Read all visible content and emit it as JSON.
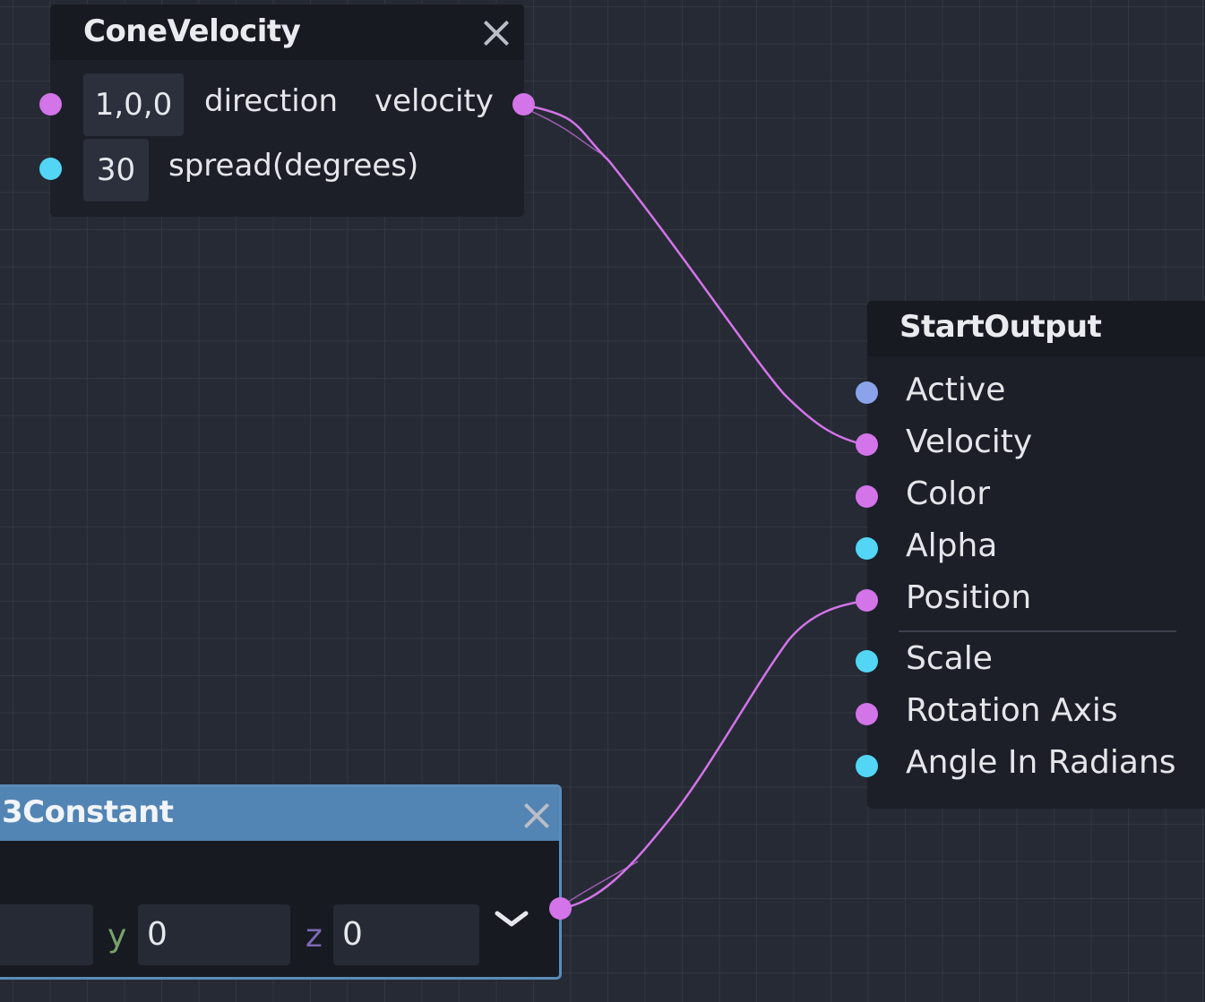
{
  "nodes": {
    "cone_velocity": {
      "title": "ConeVelocity",
      "inputs": [
        {
          "value": "1,0,0",
          "label": "direction",
          "port_type": "vector"
        },
        {
          "value": "30",
          "label": "spread(degrees)",
          "port_type": "number"
        }
      ],
      "output": {
        "label": "velocity",
        "port_type": "vector"
      }
    },
    "start_output": {
      "title": "StartOutput",
      "inputs": [
        {
          "label": "Active",
          "port_type": "boolean"
        },
        {
          "label": "Velocity",
          "port_type": "vector"
        },
        {
          "label": "Color",
          "port_type": "vector"
        },
        {
          "label": "Alpha",
          "port_type": "number"
        },
        {
          "label": "Position",
          "port_type": "vector"
        },
        {
          "label": "Scale",
          "port_type": "number"
        },
        {
          "label": "Rotation Axis",
          "port_type": "vector"
        },
        {
          "label": "Angle In Radians",
          "port_type": "number"
        }
      ]
    },
    "vector3_constant": {
      "title": "3Constant",
      "fields": [
        {
          "axis": "y",
          "value": "0"
        },
        {
          "axis": "z",
          "value": "0"
        }
      ],
      "output": {
        "port_type": "vector"
      }
    }
  },
  "connections": [
    {
      "from": "ConeVelocity.velocity",
      "to": "StartOutput.Velocity"
    },
    {
      "from": "3Constant.output",
      "to": "StartOutput.Position"
    }
  ],
  "colors": {
    "background": "#262a35",
    "node_body": "#1c1f28",
    "node_header": "#171a21",
    "selected_header": "#5284b4",
    "vector_port": "#d374e8",
    "number_port": "#53d6f5",
    "boolean_port": "#8ba3ea",
    "wire": "#d374e8",
    "axis_y": "#7aa36a",
    "axis_z": "#7c68b4"
  },
  "icons": [
    "close-icon",
    "chevron-down-icon"
  ]
}
